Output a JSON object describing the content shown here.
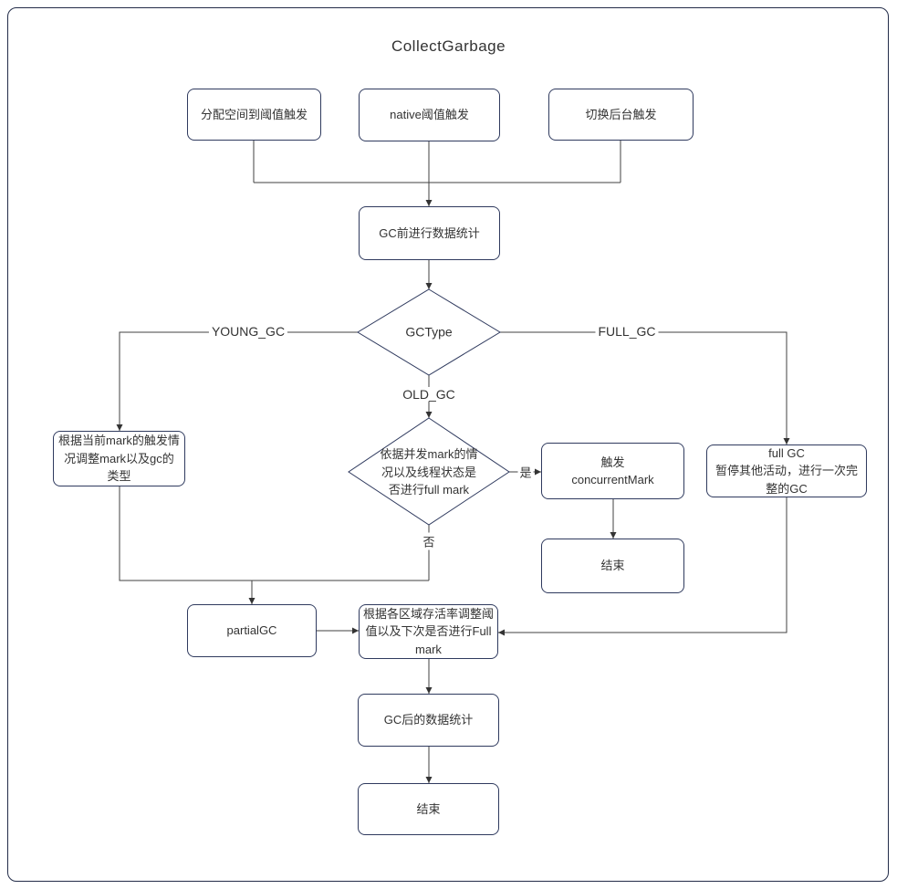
{
  "page": {
    "title": "CollectGarbage"
  },
  "nodes": {
    "alloc_trigger": {
      "label": "分配空间到阈值触发"
    },
    "native_trigger": {
      "label": "native阈值触发"
    },
    "background_trigger": {
      "label": "切换后台触发"
    },
    "pre_gc_stats": {
      "label": "GC前进行数据统计"
    },
    "gctype_decision": {
      "label": "GCType"
    },
    "adjust_mark": {
      "label": "根据当前mark的触发情\n况调整mark以及gc的\n类型"
    },
    "full_mark_decision": {
      "label": "依据并发mark的情\n况以及线程状态是\n否进行full mark"
    },
    "trigger_concurrent_mark": {
      "label": "触发\nconcurrentMark"
    },
    "full_gc": {
      "label": "full GC\n暂停其他活动，进行一次完\n整的GC"
    },
    "concurrent_end": {
      "label": "结束"
    },
    "partial_gc": {
      "label": "partialGC"
    },
    "adjust_threshold": {
      "label": "根据各区域存活率调整阈\n值以及下次是否进行Full\nmark"
    },
    "post_gc_stats": {
      "label": "GC后的数据统计"
    },
    "end": {
      "label": "结束"
    }
  },
  "edge_labels": {
    "young_gc": "YOUNG_GC",
    "full_gc": "FULL_GC",
    "old_gc": "OLD_GC",
    "yes": "是",
    "no": "否"
  },
  "colors": {
    "node_border": "#2f3a5e",
    "page_border": "#232c49",
    "connector": "#424242",
    "arrowhead": "#333333",
    "text": "#333333",
    "background": "#ffffff"
  }
}
